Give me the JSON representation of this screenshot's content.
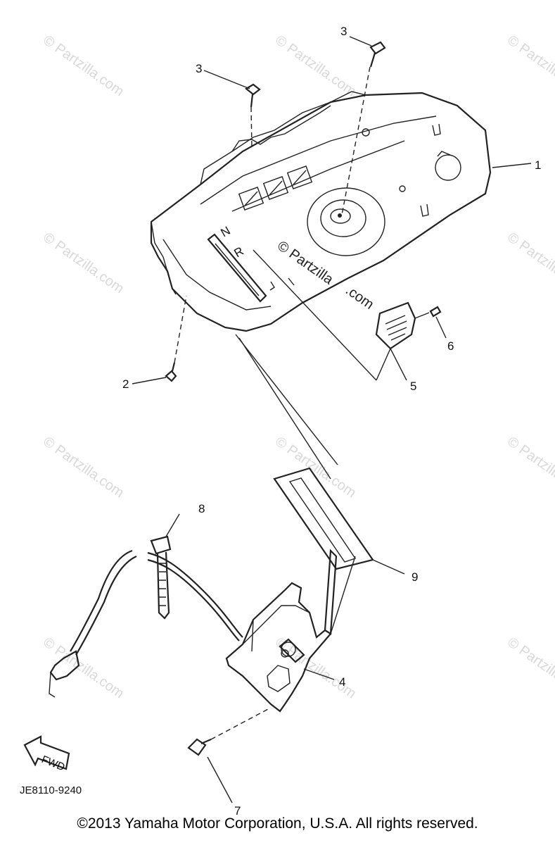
{
  "watermarks": {
    "repeated": "© Partzilla.com",
    "center_line1": "© Partzilla",
    "center_line2": ".com"
  },
  "callouts": {
    "c1": "1",
    "c2": "2",
    "c3a": "3",
    "c3b": "3",
    "c4": "4",
    "c5": "5",
    "c6": "6",
    "c7": "7",
    "c8": "8",
    "c9": "9"
  },
  "panel_letters": {
    "n": "N",
    "r": "R"
  },
  "fwd_label": "FWD",
  "part_code": "JE8110-9240",
  "copyright": "©2013 Yamaha Motor Corporation, U.S.A. All rights reserved."
}
